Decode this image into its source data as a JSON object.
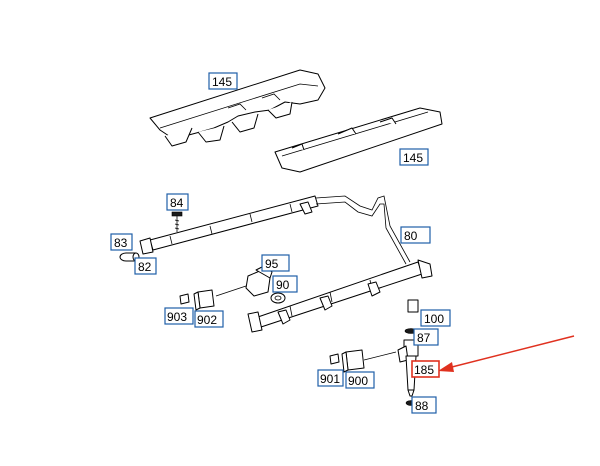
{
  "labels": {
    "cover_top": "145",
    "cover_bottom": "145",
    "bolt": "84",
    "plug_83": "83",
    "plug_82": "82",
    "fuel_line": "80",
    "sensor_95": "95",
    "seal_90": "90",
    "clip_903": "903",
    "clip_902": "902",
    "clip_100": "100",
    "ring_87": "87",
    "injector": "185",
    "clip_901": "901",
    "clip_900": "900",
    "ring_88": "88"
  },
  "colors": {
    "label_border": "#1f5fa8",
    "highlight": "#e0311f"
  }
}
